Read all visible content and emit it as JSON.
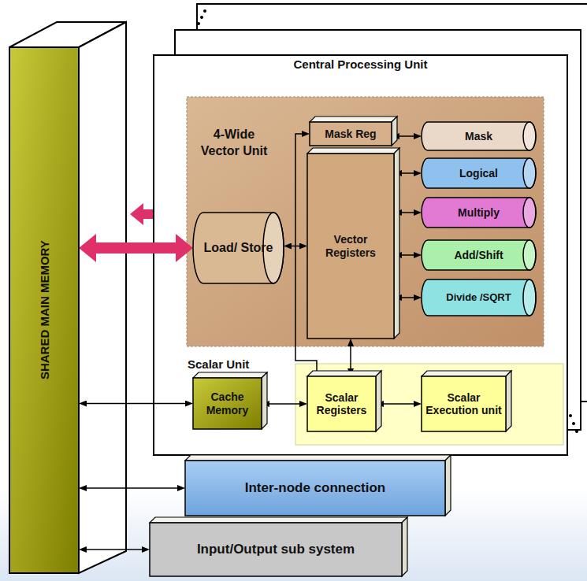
{
  "diagram": {
    "nodes": [
      {
        "text": [
          "SHARED MAIN MEMORY"
        ]
      },
      {
        "text": [
          "Central Processing Unit"
        ]
      },
      {
        "text": [
          "4-Wide Vector Unit"
        ],
        "in": 1
      },
      {
        "text": [
          "Mask Reg"
        ],
        "in": 2
      },
      {
        "text": [
          "Mask"
        ],
        "in": 2
      },
      {
        "text": [
          "Logical"
        ],
        "in": 2
      },
      {
        "text": [
          "Multiply"
        ],
        "in": 2
      },
      {
        "text": [
          "Add/Shift"
        ],
        "in": 2
      },
      {
        "text": [
          "Divide /SQRT"
        ],
        "in": 2
      },
      {
        "text": [
          "Load/ Store"
        ],
        "in": 2
      },
      {
        "text": [
          "Vector Registers"
        ],
        "in": 2
      },
      {
        "text": [
          "Cache Memory"
        ],
        "in": 1
      },
      {
        "text": [
          "Scalar Unit"
        ],
        "in": 1
      },
      {
        "text": [
          "Scalar Registers"
        ],
        "in": 12
      },
      {
        "text": [
          "Scalar Execution unit"
        ],
        "in": 12
      },
      {
        "text": [
          "Inter-node connection"
        ]
      },
      {
        "text": [
          "Input/Output sub system"
        ]
      }
    ],
    "edges": [
      {
        "from": 0,
        "to": 9,
        "arrow": "both"
      },
      {
        "from": 9,
        "to": 10,
        "arrow": "both"
      },
      {
        "from": 3,
        "to": 4,
        "arrow": "both"
      },
      {
        "from": 10,
        "to": 5,
        "arrow": "both"
      },
      {
        "from": 10,
        "to": 6,
        "arrow": "both"
      },
      {
        "from": 10,
        "to": 7,
        "arrow": "both"
      },
      {
        "from": 10,
        "to": 8,
        "arrow": "both"
      },
      {
        "from": 13,
        "to": 10,
        "arrow": "both"
      },
      {
        "from": 13,
        "to": 3,
        "arrow": "to"
      },
      {
        "from": 11,
        "to": 13,
        "arrow": "both"
      },
      {
        "from": 13,
        "to": 14,
        "arrow": "both"
      },
      {
        "from": 0,
        "to": 11,
        "arrow": "both"
      },
      {
        "from": 0,
        "to": 15,
        "arrow": "both"
      },
      {
        "from": 0,
        "to": 16,
        "arrow": "both"
      }
    ]
  }
}
